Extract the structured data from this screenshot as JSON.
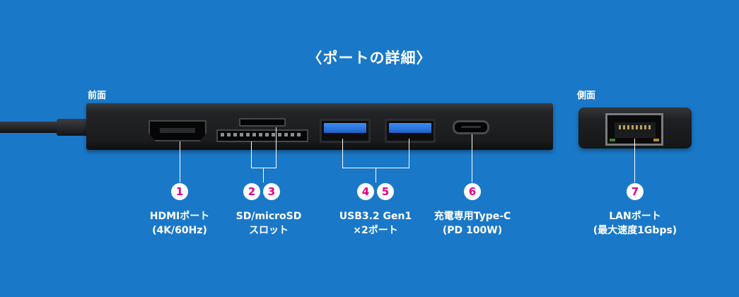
{
  "title": "〈ポートの詳細〉",
  "views": {
    "front": "前面",
    "side": "側面"
  },
  "ports": [
    {
      "badge": "1",
      "line1": "HDMIポート",
      "line2": "(4K/60Hz)"
    },
    {
      "badge": "2",
      "line1": "SD/microSD",
      "line2": "スロット"
    },
    {
      "badge": "3"
    },
    {
      "badge": "4",
      "line1": "USB3.2 Gen1",
      "line2": "×2ポート"
    },
    {
      "badge": "5"
    },
    {
      "badge": "6",
      "line1": "充電専用Type-C",
      "line2": "(PD 100W)"
    },
    {
      "badge": "7",
      "line1": "LANポート",
      "line2": "(最大速度1Gbps)"
    }
  ],
  "colors": {
    "background": "#1a78c8",
    "badge_text": "#e5007e",
    "usb_blue": "#3d8ff5"
  }
}
